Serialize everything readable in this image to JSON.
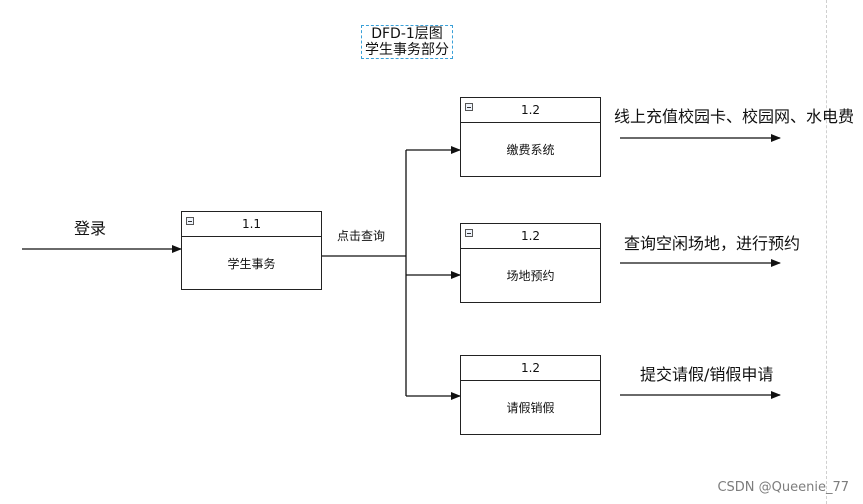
{
  "title": {
    "line1": "DFD-1层图",
    "line2": "学生事务部分"
  },
  "input_label": "登录",
  "link_label": "点击查询",
  "processes": [
    {
      "number": "1.1",
      "name": "学生事务"
    },
    {
      "number": "1.2",
      "name": "缴费系统"
    },
    {
      "number": "1.2",
      "name": "场地预约"
    },
    {
      "number": "1.2",
      "name": "请假销假"
    }
  ],
  "outputs": [
    "线上充值校园卡、校园网、水电费",
    "查询空闲场地，进行预约",
    "提交请假/销假申请"
  ],
  "watermark": "CSDN @Queenie_77"
}
